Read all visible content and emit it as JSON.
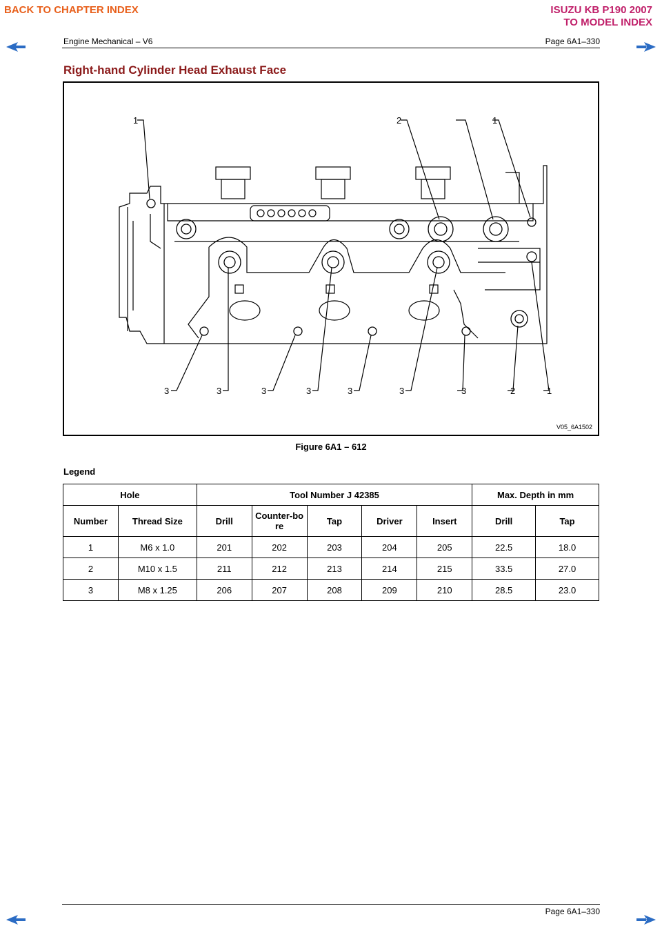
{
  "nav": {
    "back_chapter": "BACK TO CHAPTER INDEX",
    "model_line1": "ISUZU KB P190 2007",
    "model_line2": "TO MODEL INDEX"
  },
  "header": {
    "left": "Engine Mechanical – V6",
    "right": "Page 6A1–330"
  },
  "section_title": "Right-hand Cylinder Head Exhaust Face",
  "figure": {
    "callouts_top": [
      "1",
      "2",
      "1"
    ],
    "callouts_bottom": [
      "3",
      "3",
      "3",
      "3",
      "3",
      "3",
      "3",
      "2",
      "1"
    ],
    "code": "V05_6A1502",
    "caption": "Figure 6A1 – 612"
  },
  "legend_label": "Legend",
  "table": {
    "group_headers": {
      "hole": "Hole",
      "tool": "Tool Number J 42385",
      "depth": "Max. Depth in mm"
    },
    "columns": {
      "number": "Number",
      "thread_size": "Thread Size",
      "drill": "Drill",
      "counterbore": "Counter-bore",
      "tap": "Tap",
      "driver": "Driver",
      "insert": "Insert",
      "depth_drill": "Drill",
      "depth_tap": "Tap"
    },
    "rows": [
      [
        "1",
        "M6 x 1.0",
        "201",
        "202",
        "203",
        "204",
        "205",
        "22.5",
        "18.0"
      ],
      [
        "2",
        "M10 x 1.5",
        "211",
        "212",
        "213",
        "214",
        "215",
        "33.5",
        "27.0"
      ],
      [
        "3",
        "M8 x 1.25",
        "206",
        "207",
        "208",
        "209",
        "210",
        "28.5",
        "23.0"
      ]
    ]
  },
  "footer": {
    "page": "Page 6A1–330"
  },
  "colors": {
    "back_link": "#e8601c",
    "model_link": "#c0206a",
    "title": "#8b1a1a",
    "arrow_fill": "#2b6cc4"
  },
  "icons": [
    "arrow-left-icon",
    "arrow-right-icon"
  ]
}
